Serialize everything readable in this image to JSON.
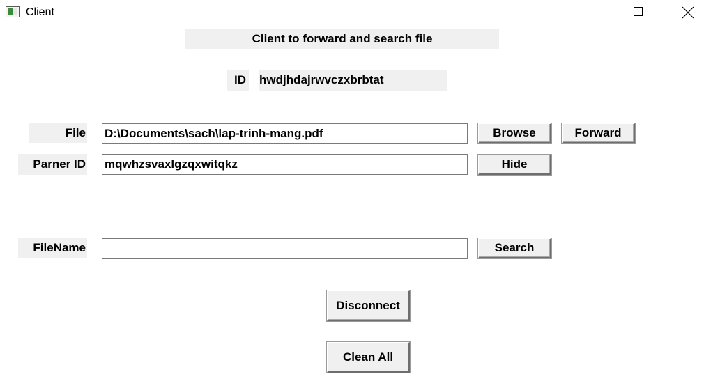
{
  "window": {
    "title": "Client",
    "icon": "app-window-icon",
    "controls": [
      "minimize-icon",
      "maximize-icon",
      "close-icon"
    ]
  },
  "header": {
    "title": "Client to forward and search file"
  },
  "identity": {
    "label": "ID",
    "value": "hwdjhdajrwvczxbrbtat"
  },
  "file": {
    "label": "File",
    "value": "D:\\Documents\\sach\\lap-trinh-mang.pdf",
    "browse_label": "Browse",
    "forward_label": "Forward"
  },
  "partner": {
    "label": "Parner ID",
    "value": "mqwhzsvaxlgzqxwitqkz",
    "hide_label": "Hide"
  },
  "search": {
    "label": "FileName",
    "value": "",
    "search_label": "Search"
  },
  "actions": {
    "disconnect_label": "Disconnect",
    "clean_all_label": "Clean All"
  }
}
